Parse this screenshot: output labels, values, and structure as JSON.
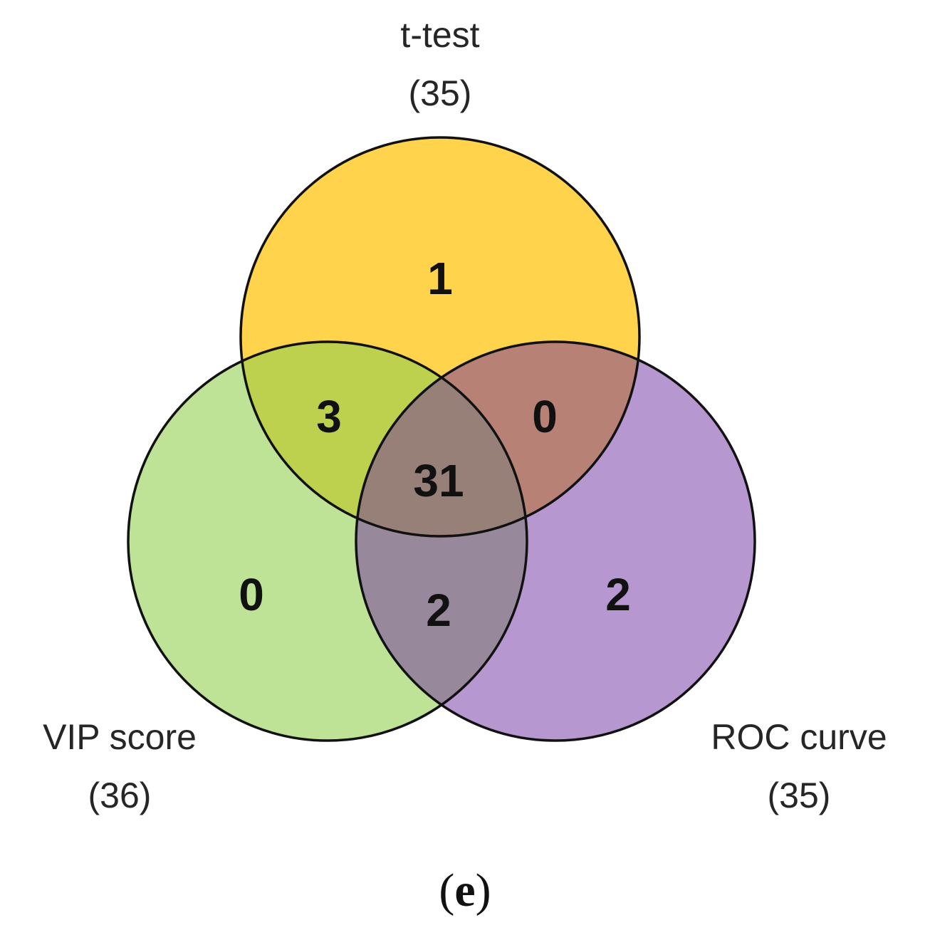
{
  "diagram": {
    "type": "venn3",
    "sets": [
      {
        "id": "ttest",
        "name": "t-test",
        "total": "(35)",
        "color": "#FFC000"
      },
      {
        "id": "vip",
        "name": "VIP score",
        "total": "(36)",
        "color": "#92D050"
      },
      {
        "id": "roc",
        "name": "ROC curve",
        "total": "(35)",
        "color": "#7030A0"
      }
    ],
    "regions": {
      "ttest_only": "1",
      "vip_only": "0",
      "roc_only": "2",
      "ttest_vip": "3",
      "ttest_roc": "0",
      "vip_roc": "2",
      "all": "31"
    },
    "panel_label": {
      "open": "(",
      "letter": "e",
      "close": ")"
    }
  }
}
